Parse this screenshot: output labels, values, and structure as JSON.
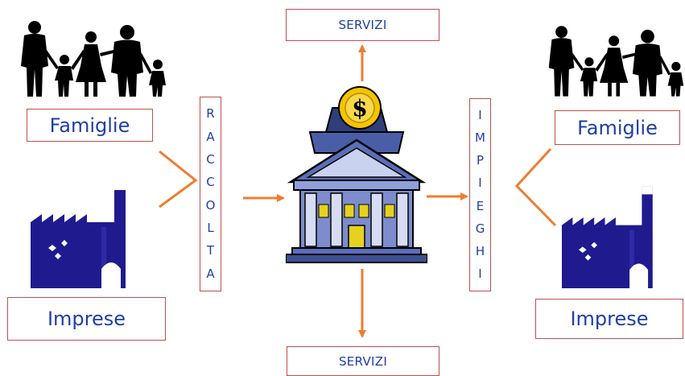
{
  "labels": {
    "servizi_top": "SERVIZI",
    "servizi_bottom": "SERVIZI",
    "famiglie_left": "Famiglie",
    "famiglie_right": "Famiglie",
    "imprese_left": "Imprese",
    "imprese_right": "Imprese",
    "raccolta": "RACCOLTA",
    "impieghi": "IMPIEGHI"
  },
  "colors": {
    "arrow": "#ed7d31",
    "box_border": "#c0504d",
    "text": "#1f3fa6",
    "factory": "#1f1b8f"
  },
  "icons": [
    "family-icon",
    "factory-icon",
    "bank-icon",
    "coin-icon"
  ]
}
